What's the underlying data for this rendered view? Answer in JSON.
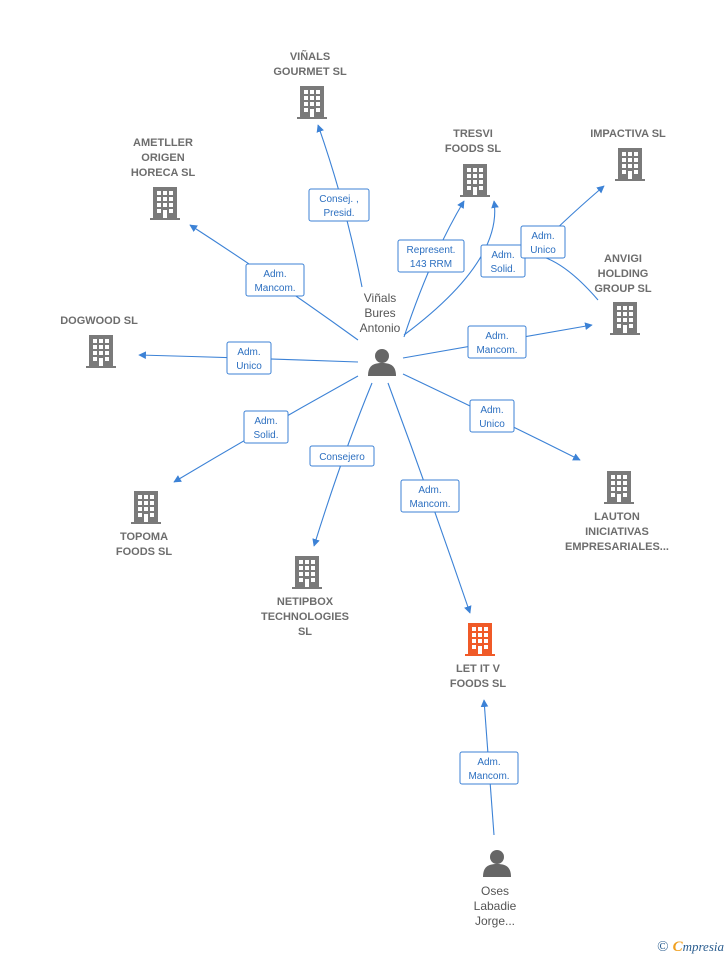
{
  "colors": {
    "building": "#7a7a7a",
    "building_highlight": "#f05a28",
    "person": "#666666",
    "edge": "#3c82d6",
    "edge_text": "#2c6fc0"
  },
  "companies": [
    {
      "id": "vinals-gourmet",
      "lines": [
        "VIÑALS",
        "GOURMET  SL"
      ],
      "icon": "building-icon"
    },
    {
      "id": "ametller",
      "lines": [
        "AMETLLER",
        "ORIGEN",
        "HORECA  SL"
      ],
      "icon": "building-icon"
    },
    {
      "id": "tresvi",
      "lines": [
        "TRESVI",
        "FOODS  SL"
      ],
      "icon": "building-icon"
    },
    {
      "id": "impactiva",
      "lines": [
        "IMPACTIVA SL"
      ],
      "icon": "building-icon"
    },
    {
      "id": "anvigi",
      "lines": [
        "ANVIGI",
        "HOLDING",
        "GROUP  SL"
      ],
      "icon": "building-icon"
    },
    {
      "id": "dogwood",
      "lines": [
        "DOGWOOD SL"
      ],
      "icon": "building-icon"
    },
    {
      "id": "topoma",
      "lines": [
        "TOPOMA",
        "FOODS  SL"
      ],
      "icon": "building-icon"
    },
    {
      "id": "netipbox",
      "lines": [
        "NETIPBOX",
        "TECHNOLOGIES",
        "SL"
      ],
      "icon": "building-icon"
    },
    {
      "id": "lauton",
      "lines": [
        "LAUTON",
        "INICIATIVAS",
        "EMPRESARIALES..."
      ],
      "icon": "building-icon"
    },
    {
      "id": "let-it-v",
      "lines": [
        "LET IT V",
        "FOODS  SL"
      ],
      "icon": "building-icon",
      "highlight": true
    }
  ],
  "persons": [
    {
      "id": "vinals-bures",
      "lines": [
        "Viñals",
        "Bures",
        "Antonio"
      ],
      "icon": "person-icon"
    },
    {
      "id": "oses-labadie",
      "lines": [
        "Oses",
        "Labadie",
        "Jorge..."
      ],
      "icon": "person-icon"
    }
  ],
  "relations": [
    {
      "id": "r-vinals-gourmet",
      "lines": [
        "Consej. ,",
        "Presid."
      ]
    },
    {
      "id": "r-ametller",
      "lines": [
        "Adm.",
        "Mancom."
      ]
    },
    {
      "id": "r-tresvi",
      "lines": [
        "Represent.",
        "143 RRM"
      ]
    },
    {
      "id": "r-anvigi-solid",
      "lines": [
        "Adm.",
        "Solid."
      ]
    },
    {
      "id": "r-impactiva",
      "lines": [
        "Adm.",
        "Unico"
      ]
    },
    {
      "id": "r-anvigi-mancom",
      "lines": [
        "Adm.",
        "Mancom."
      ]
    },
    {
      "id": "r-dogwood",
      "lines": [
        "Adm.",
        "Unico"
      ]
    },
    {
      "id": "r-topoma",
      "lines": [
        "Adm.",
        "Solid."
      ]
    },
    {
      "id": "r-lauton",
      "lines": [
        "Adm.",
        "Unico"
      ]
    },
    {
      "id": "r-netipbox",
      "lines": [
        "Consejero"
      ]
    },
    {
      "id": "r-let-it-v",
      "lines": [
        "Adm.",
        "Mancom."
      ]
    },
    {
      "id": "r-oses",
      "lines": [
        "Adm.",
        "Mancom."
      ]
    }
  ],
  "footer": {
    "copyright": "©",
    "brand_initial": "C",
    "brand_rest": "mpresia"
  }
}
